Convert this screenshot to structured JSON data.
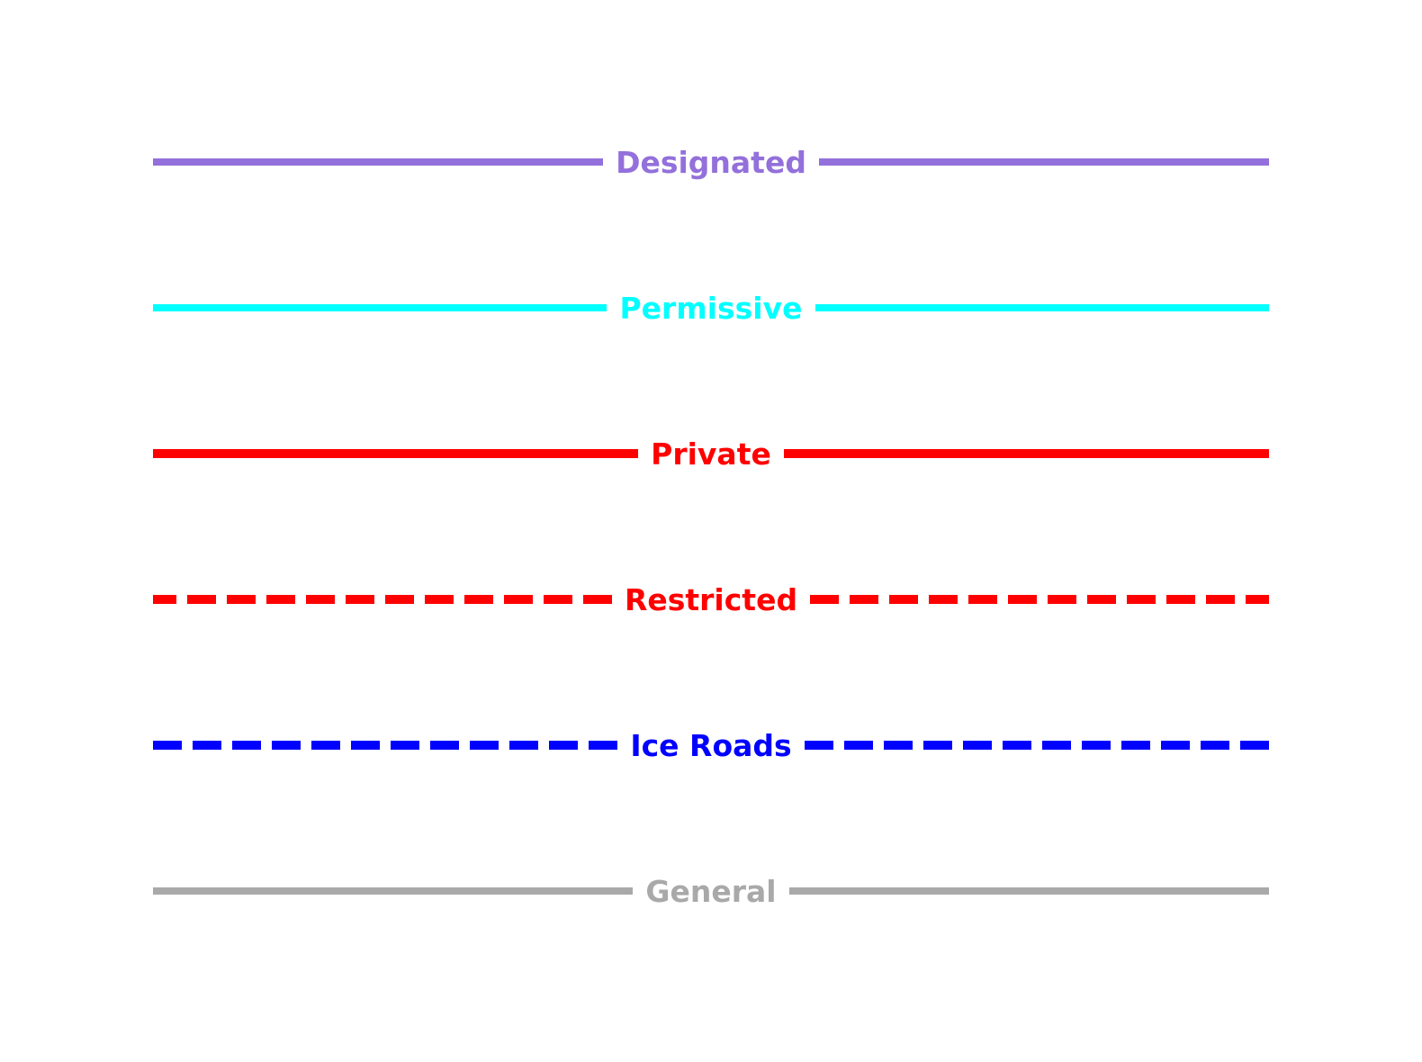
{
  "figure": {
    "background_color": "#FFFFFF",
    "description_labels": [
      "Designated",
      "Permissive",
      "Private",
      "Restricted",
      "Ice Roads",
      "General"
    ]
  },
  "legend": {
    "items": [
      {
        "label": "Designated",
        "color": "#9370DB",
        "line_style": "solid"
      },
      {
        "label": "Permissive",
        "color": "#00FFFF",
        "line_style": "solid"
      },
      {
        "label": "Private",
        "color": "#FF0000",
        "line_style": "solid"
      },
      {
        "label": "Restricted",
        "color": "#FF0000",
        "line_style": "dashed"
      },
      {
        "label": "Ice Roads",
        "color": "#0000FF",
        "line_style": "dashed"
      },
      {
        "label": "General",
        "color": "#A9A9A9",
        "line_style": "solid"
      }
    ]
  },
  "chart_data": {
    "type": "line",
    "title": "",
    "xlabel": "",
    "ylabel": "",
    "grid": false,
    "legend_position": "full-figure",
    "series": [
      {
        "name": "Designated",
        "color": "#9370DB",
        "style": "solid",
        "label_text_color": "#9370DB"
      },
      {
        "name": "Permissive",
        "color": "#00FFFF",
        "style": "solid",
        "label_text_color": "#00FFFF"
      },
      {
        "name": "Private",
        "color": "#FF0000",
        "style": "solid",
        "label_text_color": "#FF0000"
      },
      {
        "name": "Restricted",
        "color": "#FF0000",
        "style": "dashed",
        "label_text_color": "#FF0000"
      },
      {
        "name": "Ice Roads",
        "color": "#0000FF",
        "style": "dashed",
        "label_text_color": "#0000FF"
      },
      {
        "name": "General",
        "color": "#A9A9A9",
        "style": "solid",
        "label_text_color": "#A9A9A9"
      }
    ]
  }
}
